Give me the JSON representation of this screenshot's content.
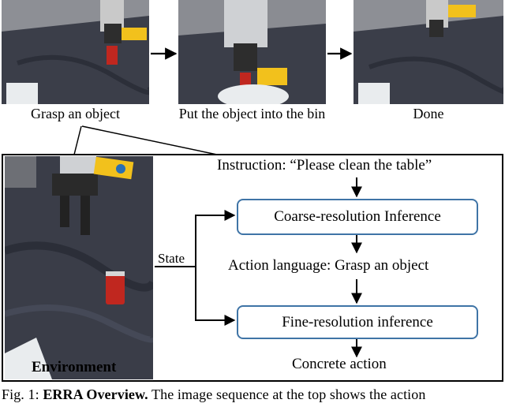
{
  "top_row": {
    "captions": [
      "Grasp an object",
      "Put the object into the bin",
      "Done"
    ]
  },
  "environment": {
    "label": "Environment",
    "state_label": "State"
  },
  "flow": {
    "instruction": "Instruction: “Please clean the table”",
    "coarse": "Coarse-resolution Inference",
    "action_language": "Action language: Grasp an object",
    "fine": "Fine-resolution inference",
    "concrete": "Concrete action"
  },
  "figure_caption": {
    "prefix": "Fig. 1: ",
    "bold": "ERRA Overview.",
    "rest": " The image sequence at the top shows the action"
  },
  "colors": {
    "box_border": "#3f74a6",
    "cloth": "#3a3d48",
    "robot_yellow": "#f2c11c",
    "can_red": "#c0271f"
  }
}
